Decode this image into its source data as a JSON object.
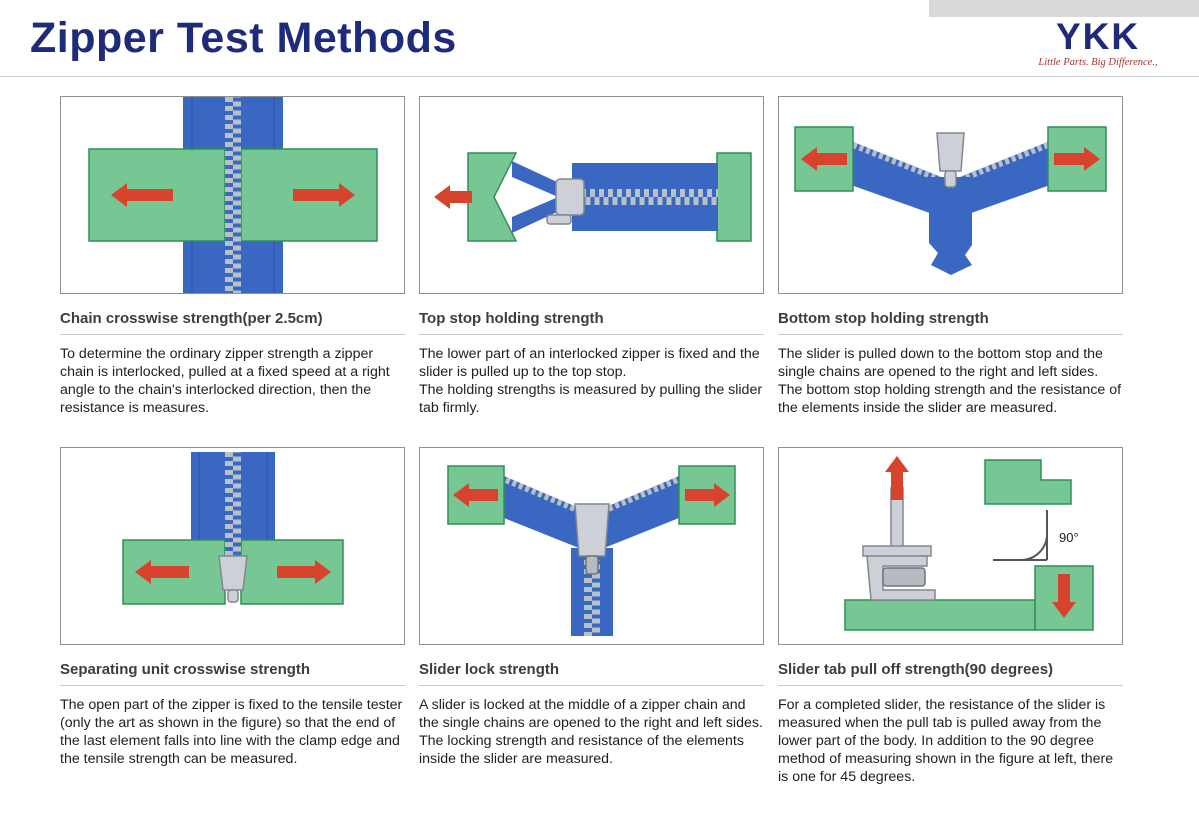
{
  "header": {
    "title": "Zipper Test Methods",
    "logo_brand": "YKK",
    "logo_tagline": "Little Parts. Big Difference.,"
  },
  "cards": [
    {
      "heading": "Chain crosswise strength(per 2.5cm)",
      "body": "To determine the ordinary zipper strength a zipper chain is interlocked, pulled at a fixed speed at a right angle to the chain's interlocked direction, then the resistance is measures."
    },
    {
      "heading": "Top stop holding strength",
      "body": "The lower part of an interlocked zipper is fixed and the slider is pulled up to the top stop.\nThe holding strengths is measured by pulling the slider tab firmly."
    },
    {
      "heading": "Bottom stop holding strength",
      "body": "The slider is pulled down to the bottom stop and the single chains are opened to the right and left sides.\nThe bottom stop holding strength and the resistance of the elements inside the slider are measured."
    },
    {
      "heading": "Separating unit crosswise strength",
      "body": "The open part of the zipper is fixed to the tensile tester (only the art as shown in the figure) so that the end of the last element falls into line with the clamp edge and the tensile strength can be measured."
    },
    {
      "heading": "Slider lock strength",
      "body": "A slider is locked at the middle of a zipper chain and the single chains are opened to the right and left sides.\nThe locking strength and resistance of the elements inside the slider are measured."
    },
    {
      "heading": "Slider tab pull off strength(90 degrees)",
      "body": "For a completed slider, the resistance of the slider is measured when the pull tab is pulled away from the lower part of the body.  In addition to the 90 degree method of measuring shown in the figure at left, there is one for 45 degrees."
    }
  ],
  "diagrams": {
    "angle_label": "90°"
  },
  "colors": {
    "navy": "#1e2b7a",
    "red": "#d8432e",
    "green": "#76c794",
    "blue": "#3a67c1"
  }
}
